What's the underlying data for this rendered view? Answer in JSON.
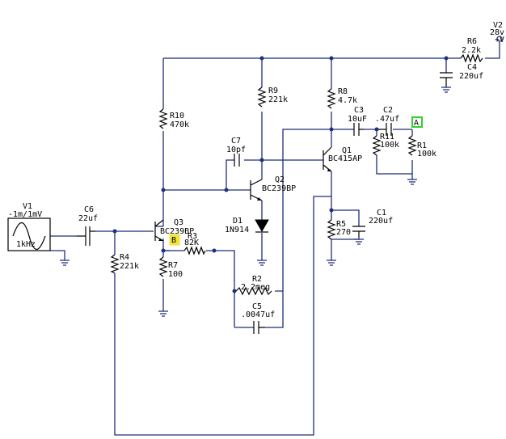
{
  "components": {
    "v1": {
      "name": "V1",
      "value": "-1m/1mV",
      "freq": "1kHz"
    },
    "v2": {
      "name": "V2",
      "value": "28v",
      "sym": "+V"
    },
    "c6": {
      "name": "C6",
      "value": "22uf"
    },
    "c7": {
      "name": "C7",
      "value": "10pf"
    },
    "c3": {
      "name": "C3",
      "value": "10uF"
    },
    "c2": {
      "name": "C2",
      "value": ".47uf"
    },
    "c4": {
      "name": "C4",
      "value": "220uf"
    },
    "c1": {
      "name": "C1",
      "value": "220uf"
    },
    "c5": {
      "name": "C5",
      "value": ".0047uf"
    },
    "r10": {
      "name": "R10",
      "value": "470k"
    },
    "r9": {
      "name": "R9",
      "value": "221k"
    },
    "r8": {
      "name": "R8",
      "value": "4.7k"
    },
    "r6": {
      "name": "R6",
      "value": "2.2k"
    },
    "r11": {
      "name": "R11",
      "value": "100k"
    },
    "r1": {
      "name": "R1",
      "value": "100k"
    },
    "r4": {
      "name": "R4",
      "value": "221k"
    },
    "r3": {
      "name": "R3",
      "value": "82K"
    },
    "r7": {
      "name": "R7",
      "value": "100"
    },
    "r2": {
      "name": "R2",
      "value": "2.2meg"
    },
    "r5": {
      "name": "R5",
      "value": "270"
    },
    "d1": {
      "name": "D1",
      "value": "1N914"
    },
    "q1": {
      "name": "Q1",
      "value": "BC415AP"
    },
    "q2": {
      "name": "Q2",
      "value": "BC239BP"
    },
    "q3": {
      "name": "Q3",
      "value": "BC239BP"
    }
  },
  "probes": {
    "a": {
      "label": "A",
      "color": "#2fd12f"
    },
    "b": {
      "label": "B",
      "color": "#f2e33a"
    }
  },
  "colors": {
    "wire": "#1f2f7a",
    "component": "#000000"
  }
}
